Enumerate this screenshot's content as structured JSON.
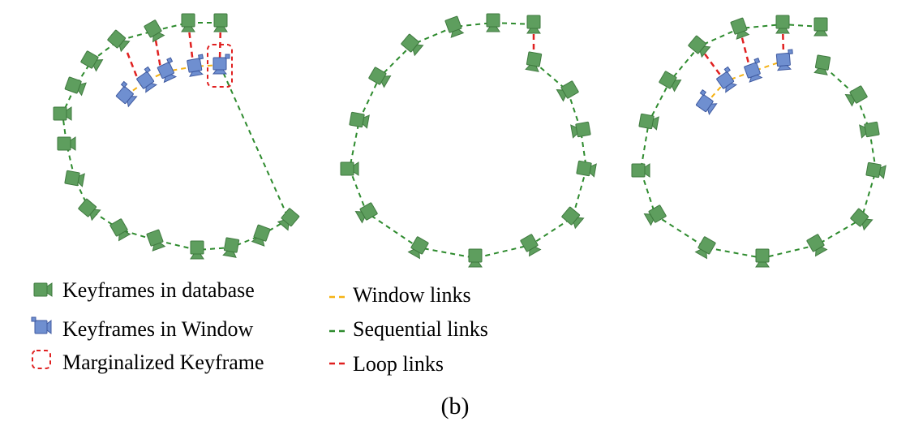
{
  "colors": {
    "keyframe_db_fill": "#5e9e5e",
    "keyframe_db_stroke": "#3f7a3f",
    "keyframe_window_fill": "#6f8fd0",
    "keyframe_window_stroke": "#3f5aa0",
    "window_link": "#f5b214",
    "sequential_link": "#2e8b2e",
    "loop_link": "#e02020",
    "marginalized_box": "#e02020"
  },
  "legend": {
    "db": "Keyframes in database",
    "window": "Keyframes in Window",
    "marginalized": "Marginalized Keyframe",
    "window_links": "Window links",
    "sequential_links": "Sequential links",
    "loop_links": "Loop links"
  },
  "caption": "(b)"
}
